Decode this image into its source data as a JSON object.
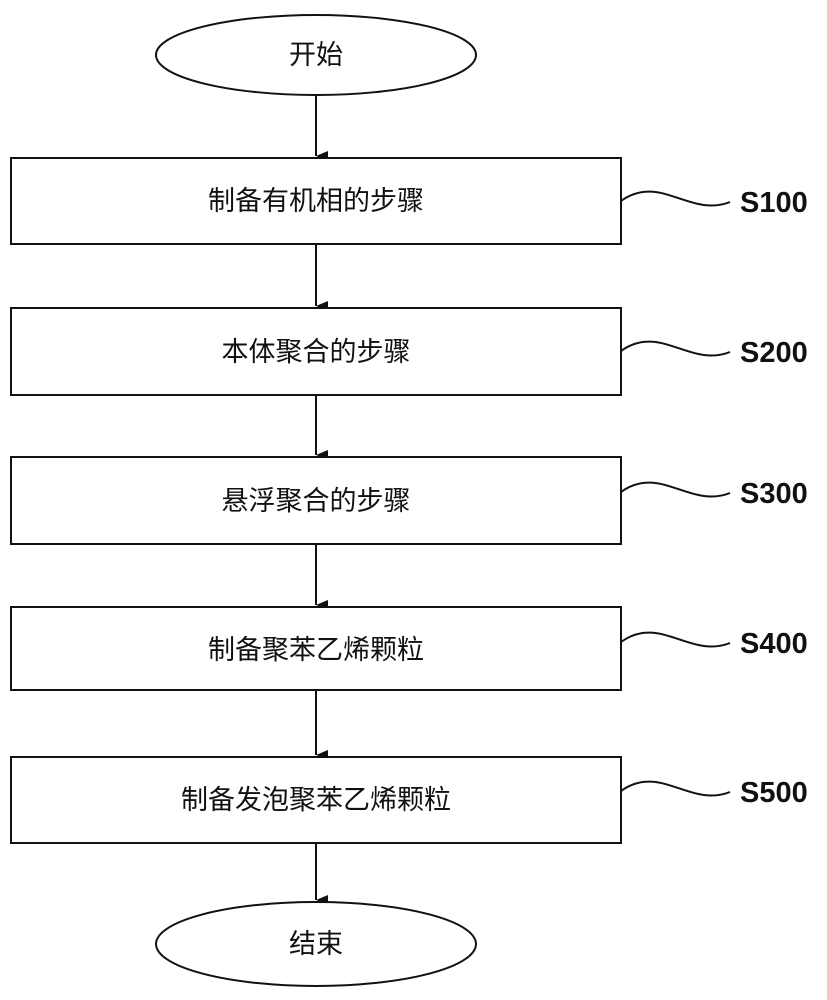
{
  "flowchart": {
    "start": "开始",
    "end": "结束",
    "steps": [
      {
        "text": "制备有机相的步骤",
        "label": "S100"
      },
      {
        "text": "本体聚合的步骤",
        "label": "S200"
      },
      {
        "text": "悬浮聚合的步骤",
        "label": "S300"
      },
      {
        "text": "制备聚苯乙烯颗粒",
        "label": "S400"
      },
      {
        "text": "制备发泡聚苯乙烯颗粒",
        "label": "S500"
      }
    ]
  }
}
